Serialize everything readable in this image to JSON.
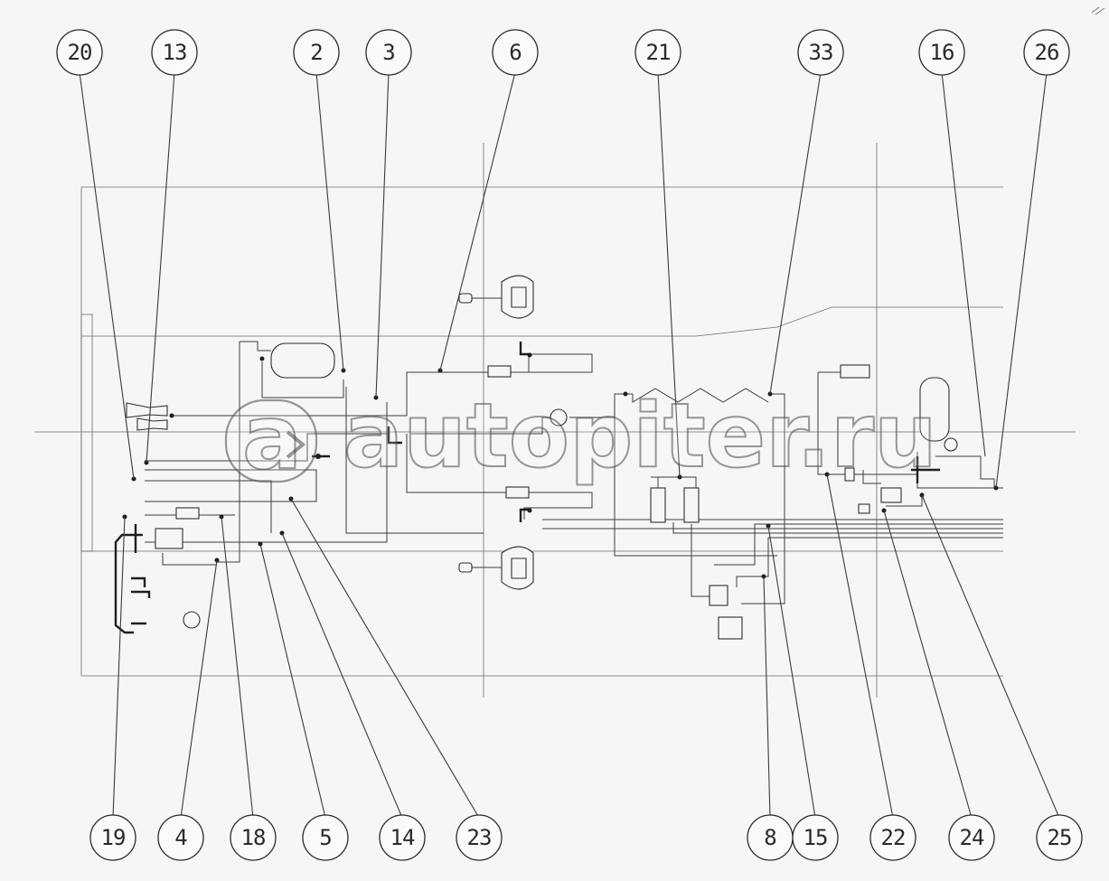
{
  "diagram": {
    "callouts_top": [
      "20",
      "13",
      "2",
      "3",
      "6",
      "21",
      "33",
      "16",
      "26"
    ],
    "callouts_bottom": [
      "19",
      "4",
      "18",
      "5",
      "14",
      "23",
      "8",
      "15",
      "22",
      "24",
      "25"
    ]
  },
  "watermark": {
    "text": "autopiter.ru",
    "icon": "autopiter-logo-icon"
  }
}
